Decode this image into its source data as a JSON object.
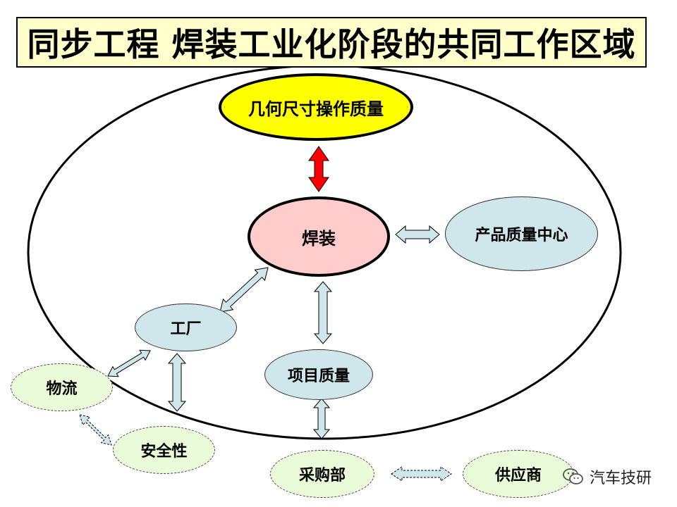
{
  "title": "同步工程 焊装工业化阶段的共同工作区域",
  "nodes": {
    "geometry": "几何尺寸操作质量",
    "welding": "焊装",
    "product_quality_center": "产品质量中心",
    "factory": "工厂",
    "project_quality": "项目质量",
    "logistics": "物流",
    "safety": "安全性",
    "purchasing": "采购部",
    "supplier": "供应商"
  },
  "watermark": {
    "text": "汽车技研",
    "icon": "wechat-icon"
  },
  "colors": {
    "title_bg": "#ffffcc",
    "geometry_fill": "#ffff00",
    "welding_fill": "#ffcccc",
    "internal_node_fill": "#cfe6ea",
    "external_node_fill": "#e9fbd9",
    "arrow_fill": "#cfe6ea",
    "highlight_arrow": "#ff0000"
  }
}
